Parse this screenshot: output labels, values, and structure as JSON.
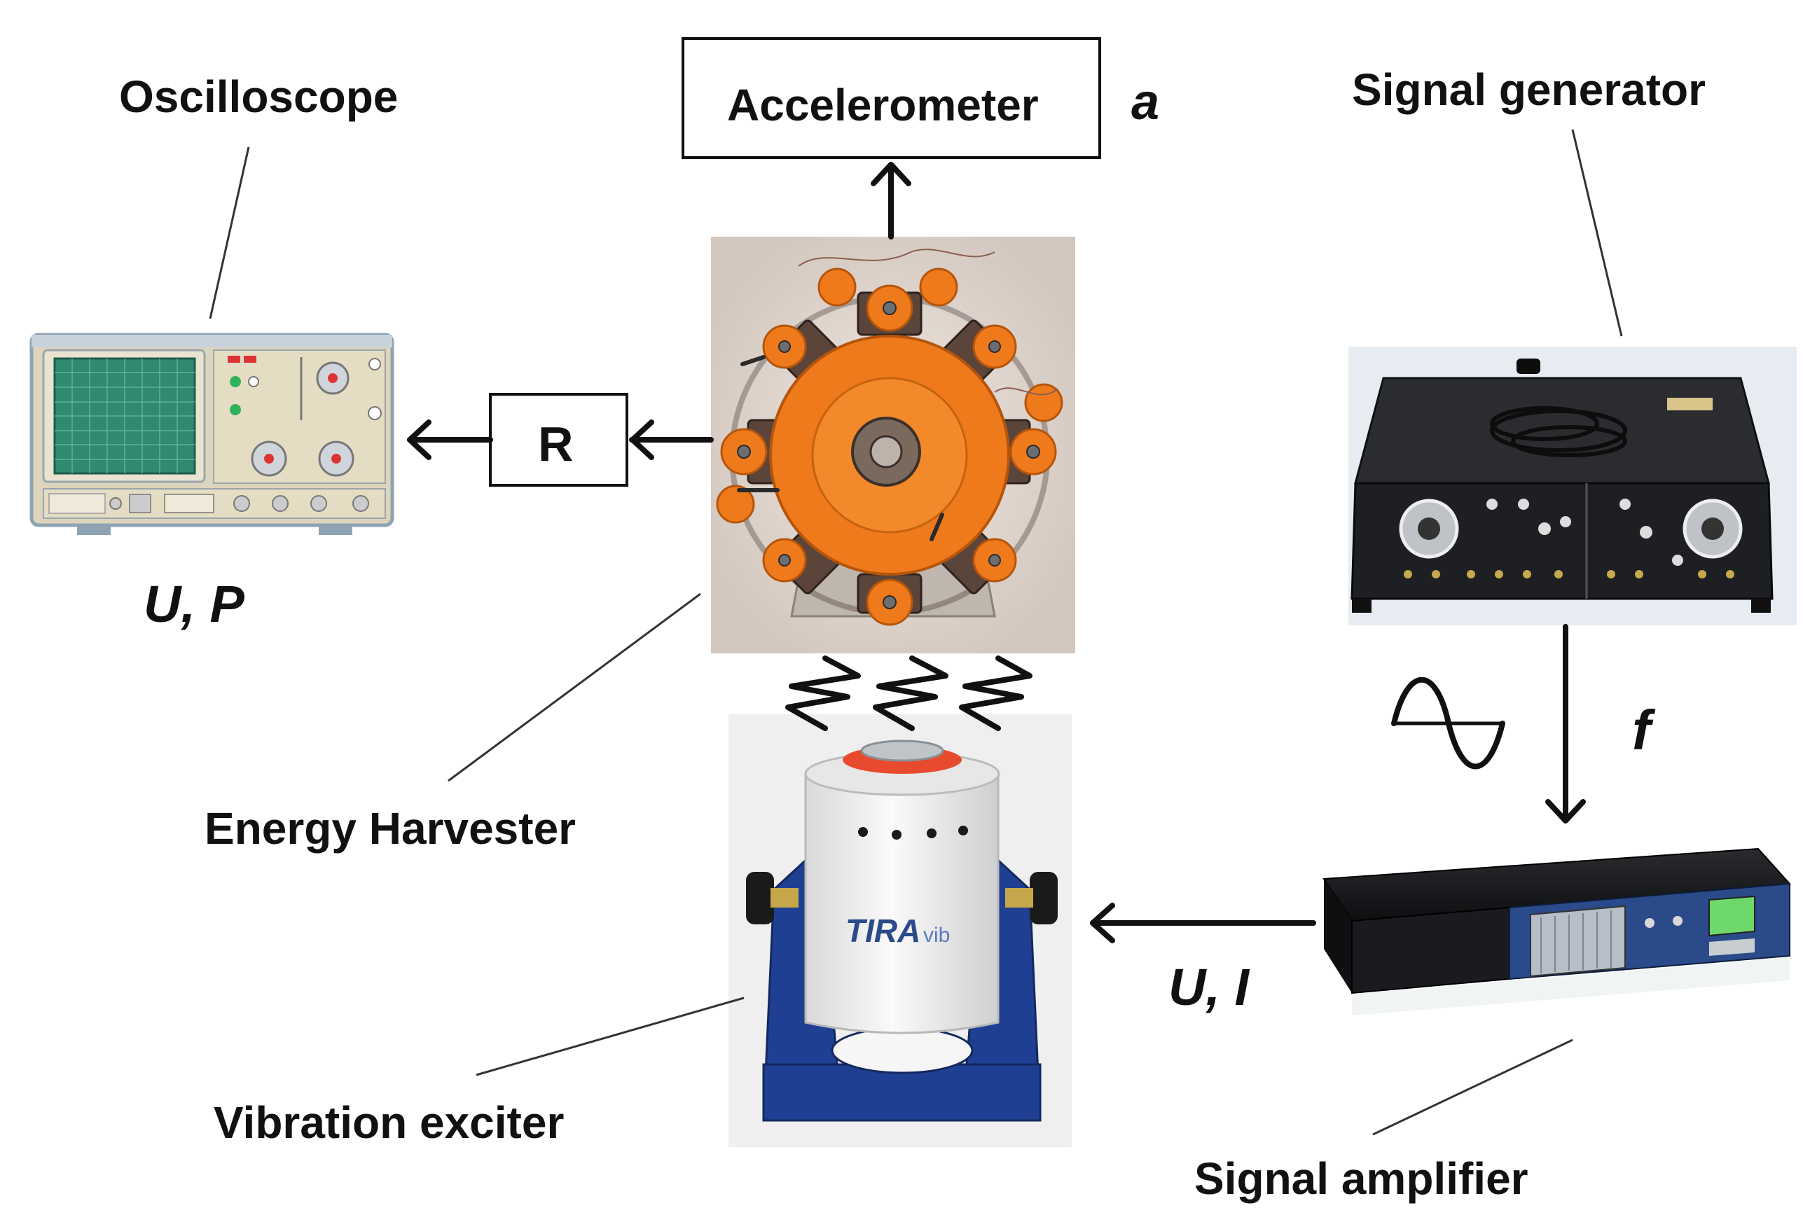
{
  "labels": {
    "oscilloscope": "Oscilloscope",
    "accelerometer": "Accelerometer",
    "accel_var": "a",
    "signal_generator": "Signal generator",
    "resistor": "R",
    "osc_vars": "U, P",
    "frequency_var": "f",
    "energy_harvester": "Energy Harvester",
    "amplifier_vars": "U, I",
    "vibration_exciter": "Vibration exciter",
    "signal_amplifier": "Signal amplifier",
    "shaker_brand_main": "TIRA",
    "shaker_brand_sub": "vib"
  },
  "colors": {
    "ink": "#111111",
    "oscilloscope_body": "#dcd4bd",
    "oscilloscope_screen": "#2f8a70",
    "harvester_orange": "#ef7a1c",
    "shaker_blue": "#1f3f93",
    "shaker_white": "#f2f2f2",
    "generator_black": "#1e1f22",
    "amplifier_black": "#17181a",
    "amplifier_panel": "#2a4a8a",
    "amp_display": "#6fd86a"
  },
  "icons": {
    "oscilloscope": "oscilloscope-device",
    "harvester": "energy-harvester-photo",
    "shaker": "vibration-exciter-photo",
    "generator": "signal-generator-photo",
    "amplifier": "signal-amplifier-photo",
    "wave": "sine-wave-icon",
    "vibration": "vibration-squiggle-icon"
  }
}
